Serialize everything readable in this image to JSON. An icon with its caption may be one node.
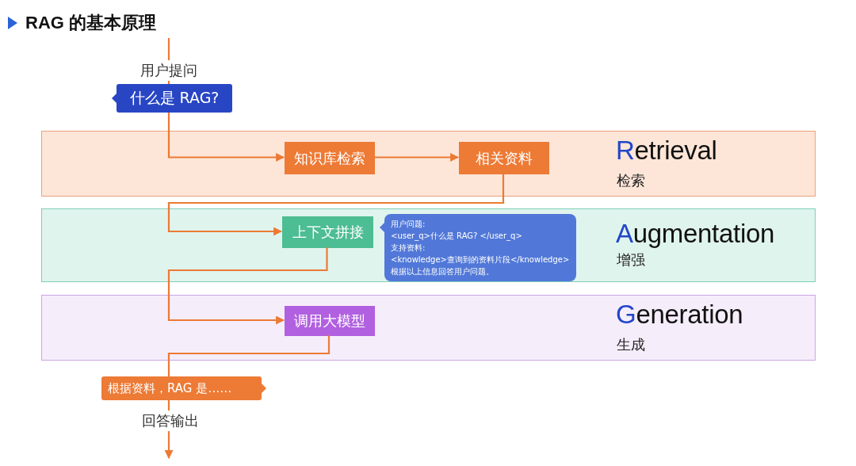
{
  "diagram": {
    "title": "RAG 的基本原理",
    "nodes": [
      {
        "text": [
          "Retrieval",
          "检索"
        ]
      },
      {
        "text": [
          "知识库检索"
        ],
        "in": 0
      },
      {
        "text": [
          "相关资料"
        ],
        "in": 0
      },
      {
        "text": [
          "Augmentation",
          "增强"
        ]
      },
      {
        "text": [
          "上下文拼接"
        ],
        "in": 3
      },
      {
        "text": [
          "用户问题:",
          "<user_q>什么是 RAG? </user_q>",
          "支持资料:",
          "<knowledge>查询到的资料片段</knowledge>",
          "根据以上信息回答用户问题。"
        ],
        "in": 3
      },
      {
        "text": [
          "Generation",
          "生成"
        ]
      },
      {
        "text": [
          "调用大模型"
        ],
        "in": 6
      },
      {
        "text": [
          "什么是 RAG?"
        ],
        "beside": [
          "用户提问"
        ]
      },
      {
        "text": [
          "根据资料，RAG 是……"
        ],
        "beside": [
          "回答输出"
        ]
      }
    ],
    "edges": [
      {
        "from": null,
        "to": 8,
        "arrow": "none"
      },
      {
        "from": 8,
        "to": 1,
        "arrow": "to"
      },
      {
        "from": 1,
        "to": 2,
        "arrow": "to"
      },
      {
        "from": 2,
        "to": 4,
        "arrow": "to"
      },
      {
        "from": 4,
        "to": 7,
        "arrow": "to"
      },
      {
        "from": 7,
        "to": 9,
        "arrow": "none"
      },
      {
        "from": 9,
        "to": null,
        "arrow": "to"
      }
    ]
  }
}
